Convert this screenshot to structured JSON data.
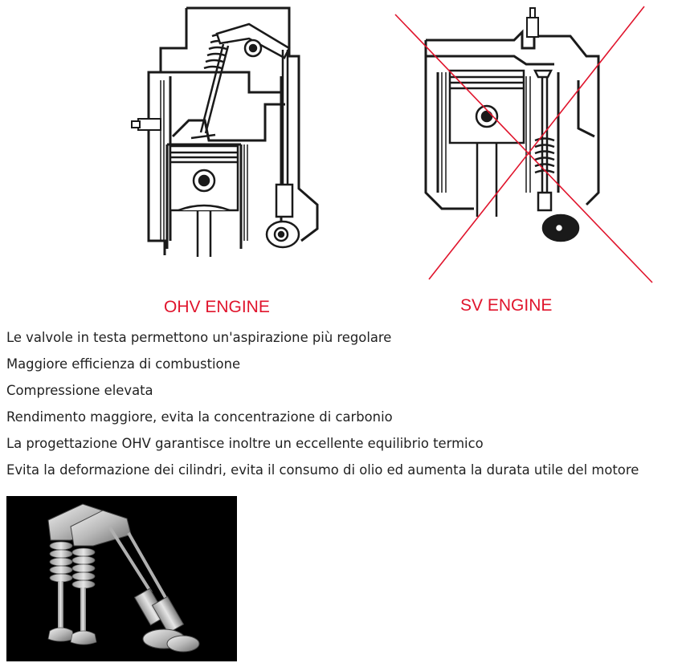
{
  "labels": {
    "ohv": "OHV ENGINE",
    "sv": "SV ENGINE"
  },
  "benefits": [
    "Le valvole in testa permettono un'aspirazione più regolare",
    "Maggiore efficienza di combustione",
    "Compressione elevata",
    "Rendimento maggiore, evita la concentrazione di carbonio",
    "La progettazione OHV garantisce inoltre un eccellente equilibrio termico",
    "Evita la deformazione dei cilindri, evita il consumo di olio ed aumenta la durata utile del motore"
  ],
  "colors": {
    "accent_red": "#e0142c",
    "text": "#222222",
    "line_art": "#1a1a1a",
    "render_bg": "#000000"
  },
  "icons": {
    "ohv_diagram": "ohv-engine-cross-section",
    "sv_diagram": "sv-engine-cross-section",
    "rejected_mark": "red-x-cross",
    "render": "valvetrain-3d-render"
  }
}
